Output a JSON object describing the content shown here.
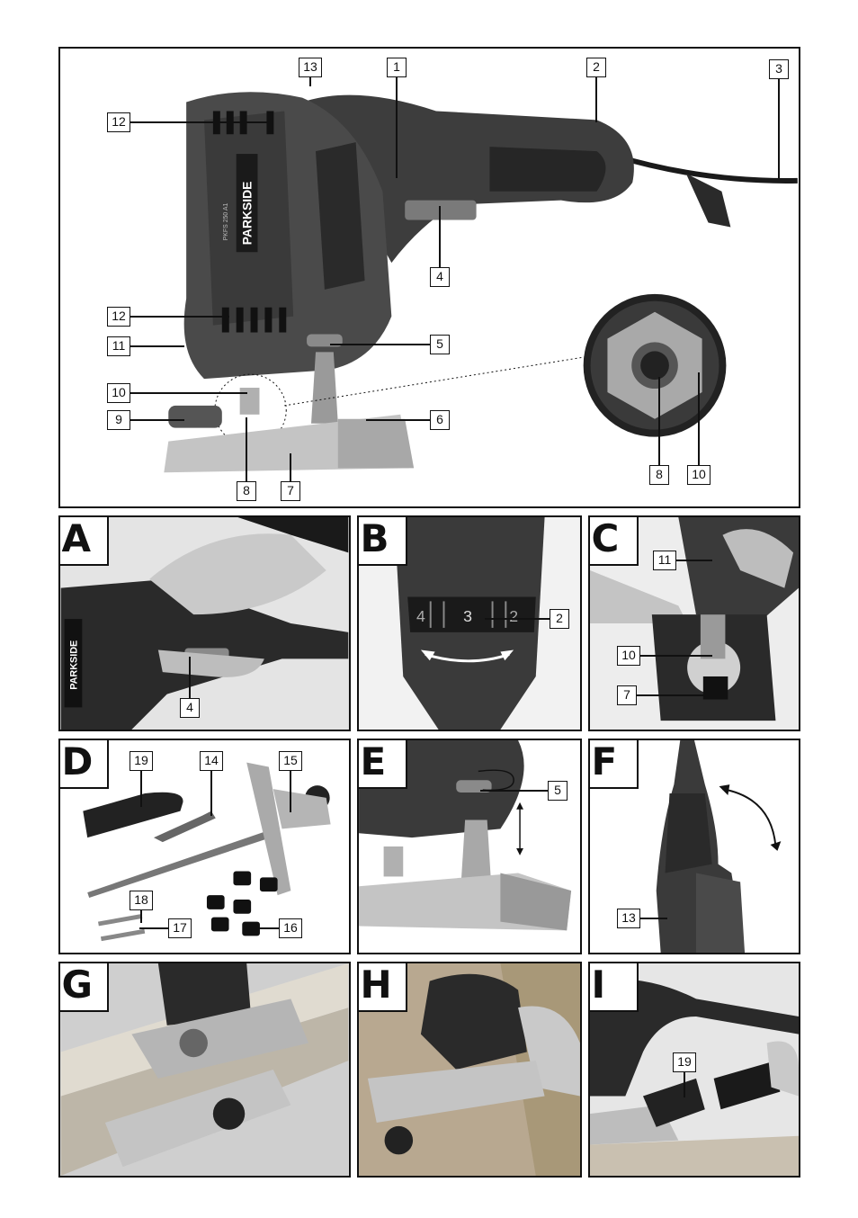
{
  "main_figure": {
    "callouts": [
      "1",
      "2",
      "3",
      "4",
      "5",
      "6",
      "7",
      "8",
      "9",
      "10",
      "11",
      "12",
      "12",
      "13",
      "8",
      "10"
    ],
    "brand_text": "PARKSIDE",
    "model_text": "PKFS 250 A1"
  },
  "panels": [
    {
      "letter": "A",
      "callouts": [
        "4"
      ],
      "brand_text": "PARKSIDE"
    },
    {
      "letter": "B",
      "callouts": [
        "2"
      ],
      "dial_digits": [
        "4",
        "3",
        "2"
      ]
    },
    {
      "letter": "C",
      "callouts": [
        "11",
        "10",
        "7"
      ]
    },
    {
      "letter": "D",
      "callouts": [
        "19",
        "14",
        "15",
        "18",
        "17",
        "16"
      ]
    },
    {
      "letter": "E",
      "callouts": [
        "5"
      ]
    },
    {
      "letter": "F",
      "callouts": [
        "13"
      ]
    },
    {
      "letter": "G",
      "callouts": []
    },
    {
      "letter": "H",
      "callouts": []
    },
    {
      "letter": "I",
      "callouts": [
        "19"
      ]
    }
  ]
}
